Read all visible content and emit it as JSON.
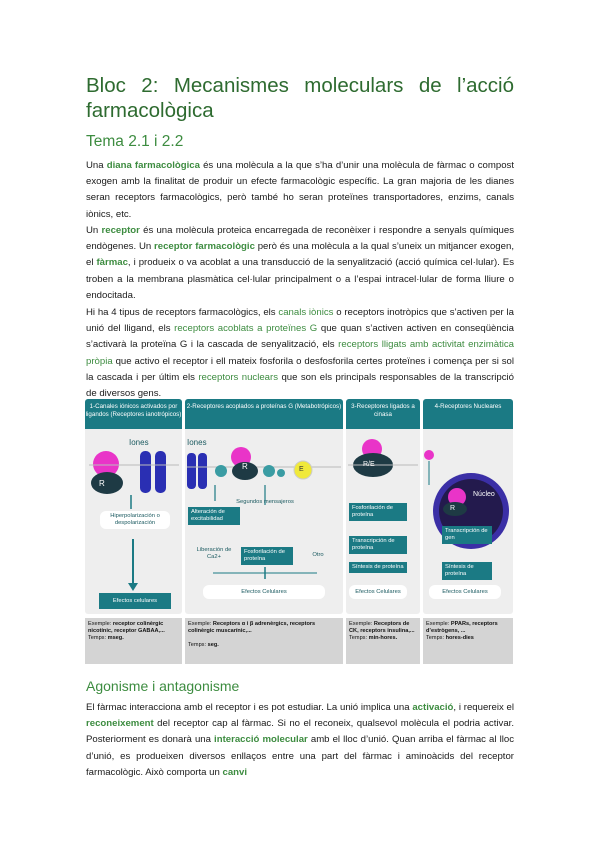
{
  "title_line1": [
    "Bloc",
    "2:",
    "Mecanismes",
    "moleculars",
    "de",
    "l’acció"
  ],
  "title_line2": "farmacològica",
  "section1": "Tema 2.1 i 2.2",
  "p1": {
    "a": "Una ",
    "b": "diana farmacològica",
    "c": " és una molècula a la que s’ha d’unir una molècula de fàrmac o compost exogen amb la finalitat de produir un efecte farmacològic específic. La gran majoria de les dianes seran receptors farmacològics, però també ho seran proteïnes transportadores, enzims, canals iònics, etc."
  },
  "p2": {
    "a": "Un ",
    "b": "receptor",
    "c": " és una molècula proteica encarregada de reconèixer i respondre a senyals químiques endògenes. Un ",
    "d": "receptor farmacològic",
    "e": " però és una molècula a la qual s’uneix un mitjancer exogen, el ",
    "f": "fàrmac",
    "g": ", i produeix o va acoblat a una transducció de la senyalització (acció química cel·lular). Es troben a la membrana plasmàtica cel·lular principalment o a l’espai intracel·lular de forma lliure o endocitada."
  },
  "p3": {
    "a": "Hi ha 4 tipus de receptors farmacològics, els ",
    "b": "canals iònics",
    "c": " o receptors inotròpics que s’activen per la unió del lligand, els ",
    "d": "receptors acoblats a proteïnes G",
    "e": " que quan s’activen activen en conseqüència s’activarà la proteïna G i la cascada de senyalització, els ",
    "f": "receptors lligats amb activitat enzimàtica pròpia",
    "g": " que activo el receptor i ell mateix fosforila o desfosforila certes proteïnes i comença per si sol la cascada i per últim els ",
    "h": "receptors nuclears",
    "i": " que son els principals responsables de la transcripció de diversos gens."
  },
  "figure": {
    "panels": [
      {
        "header": "1-Canales iónicos activados por ligandos (Receptores ianotrópicos)"
      },
      {
        "header": "2-Receptores acoplados a proteínas G (Metabotrópicos)"
      },
      {
        "header": "3-Receptores ligados a cinasa"
      },
      {
        "header": "4-Receptores Nucleares"
      }
    ],
    "labels": {
      "iones1": "Iones",
      "iones2": "Iones",
      "r1": "R",
      "r2": "R",
      "re": "R/E",
      "r4": "R",
      "e": "E",
      "nucleo": "Núcleo",
      "hiper": "Hiperpolarización o despolarización",
      "efectos1": "Efectos celulares",
      "segundos": "Segundos mensajeros",
      "alteracion": "Alteración de excitabilidad",
      "liberacion": "Liberación de Ca2+",
      "fosfo2": "Fosforilación de proteína",
      "otro": "Otro",
      "efectos2": "Efectos Celulares",
      "fosfo3": "Fosforilación de proteína",
      "trans3": "Transcripción de proteína",
      "sintesis3": "Síntesis de proteína",
      "efectos3": "Efectos Celulares",
      "trans4": "Transcripción de gen",
      "sintesis4": "Síntesis de proteína",
      "efectos4": "Efectos Celulares"
    },
    "captions": [
      {
        "a": "Exemple: ",
        "b": "receptor colinèrgic nicotínic, receptor GABAA,...",
        "c": "Temps: ",
        "d": "mseg."
      },
      {
        "a": "Exemple: ",
        "b": "Receptors α i β adrenèrgics, receptors colinèrgic muscarínic,...",
        "c": "Temps: ",
        "d": "seg."
      },
      {
        "a": "Exemple: ",
        "b": "Receptors de CK, receptors insulina,...",
        "c": "Temps: ",
        "d": "min-hores."
      },
      {
        "a": "Exemple: ",
        "b": "PPARs, receptors d’estrògens, ...",
        "c": "Temps: ",
        "d": "hores-dies"
      }
    ]
  },
  "section2": "Agonisme i antagonisme",
  "p4": {
    "a": "El fàrmac interacciona amb el receptor i es pot estudiar. La unió implica una ",
    "b": "activació",
    "c": ", i requereix el ",
    "d": "reconeixement",
    "e": " del receptor cap al fàrmac. Si no el reconeix, qualsevol molècula el podria activar. Posteriorment es donarà una ",
    "f": "interacció molecular",
    "g": " amb el lloc d’unió. Quan arriba el fàrmac al lloc d’unió, es produeixen diversos enllaços entre una part del fàrmac i aminoàcids del receptor farmacològic. Això comporta un ",
    "h": "canvi"
  }
}
